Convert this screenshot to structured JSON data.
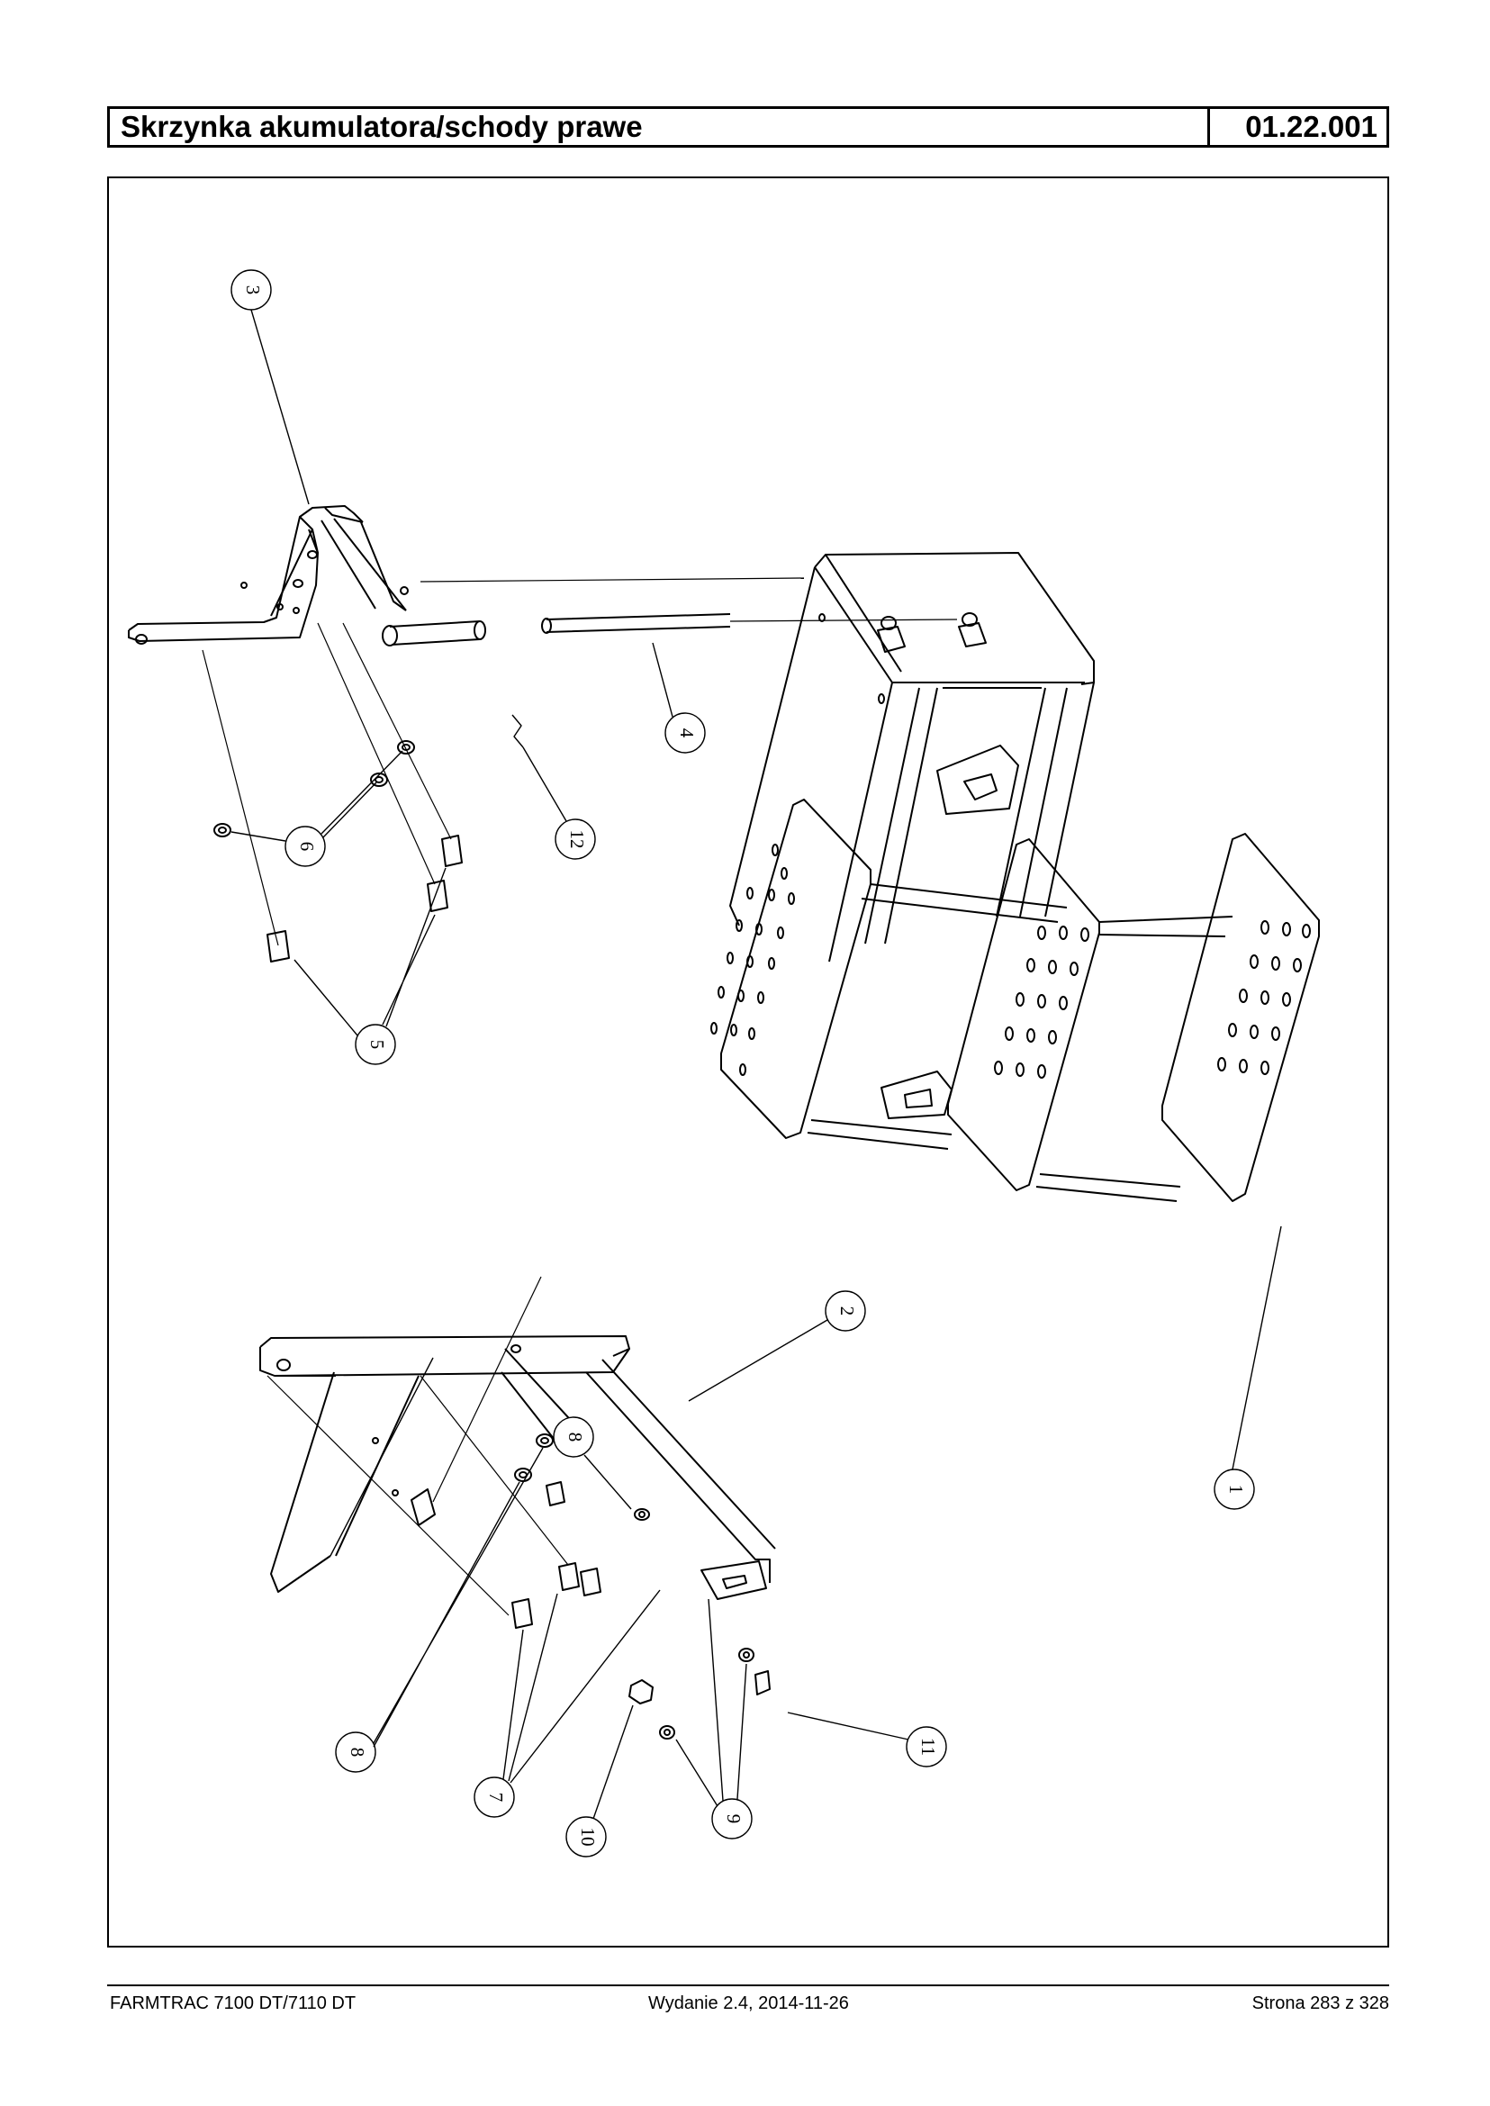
{
  "header": {
    "title": "Skrzynka akumulatora/schody prawe",
    "code": "01.22.001"
  },
  "footer": {
    "model": "FARMTRAC 7100 DT/7110 DT",
    "edition": "Wydanie 2.4,  2014-11-26",
    "page": "Strona 283 z 328"
  },
  "diagram": {
    "callouts": [
      "3",
      "4",
      "12",
      "6",
      "5",
      "2",
      "1",
      "8",
      "8",
      "7",
      "10",
      "9",
      "11"
    ]
  },
  "colors": {
    "line": "#000000",
    "background": "#ffffff"
  }
}
